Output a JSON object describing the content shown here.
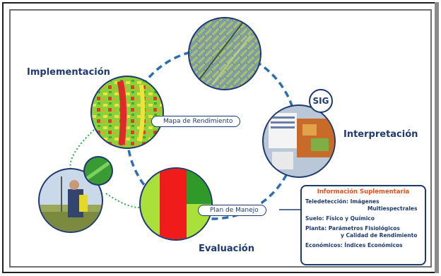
{
  "labels": {
    "implementacion": "Implementación",
    "interpretacion": "Interpretación",
    "evaluacion": "Evaluación",
    "mapa_rendimiento": "Mapa de Rendimiento",
    "plan_manejo": "Plan de Manejo",
    "sig": "SIG"
  },
  "info_box": {
    "title": "Información Suplementaria",
    "lines": [
      {
        "key": "Teledetección:",
        "value": "Imágenes"
      },
      {
        "key": "",
        "value": "Multiespectrales"
      },
      {
        "key": "Suelo:",
        "value": "Físico y Químico"
      },
      {
        "key": "Planta:",
        "value": "Parámetros Fisiológicos"
      },
      {
        "key": "",
        "value": "y Calidad de Rendimiento"
      },
      {
        "key": "Económicos:",
        "value": "Índices Económicos"
      }
    ]
  },
  "colors": {
    "navy": "#1e3a6e",
    "cycle_blue": "#2a6fb0",
    "dotted_green": "#2fa84a",
    "accent_orange": "#e0521d"
  }
}
